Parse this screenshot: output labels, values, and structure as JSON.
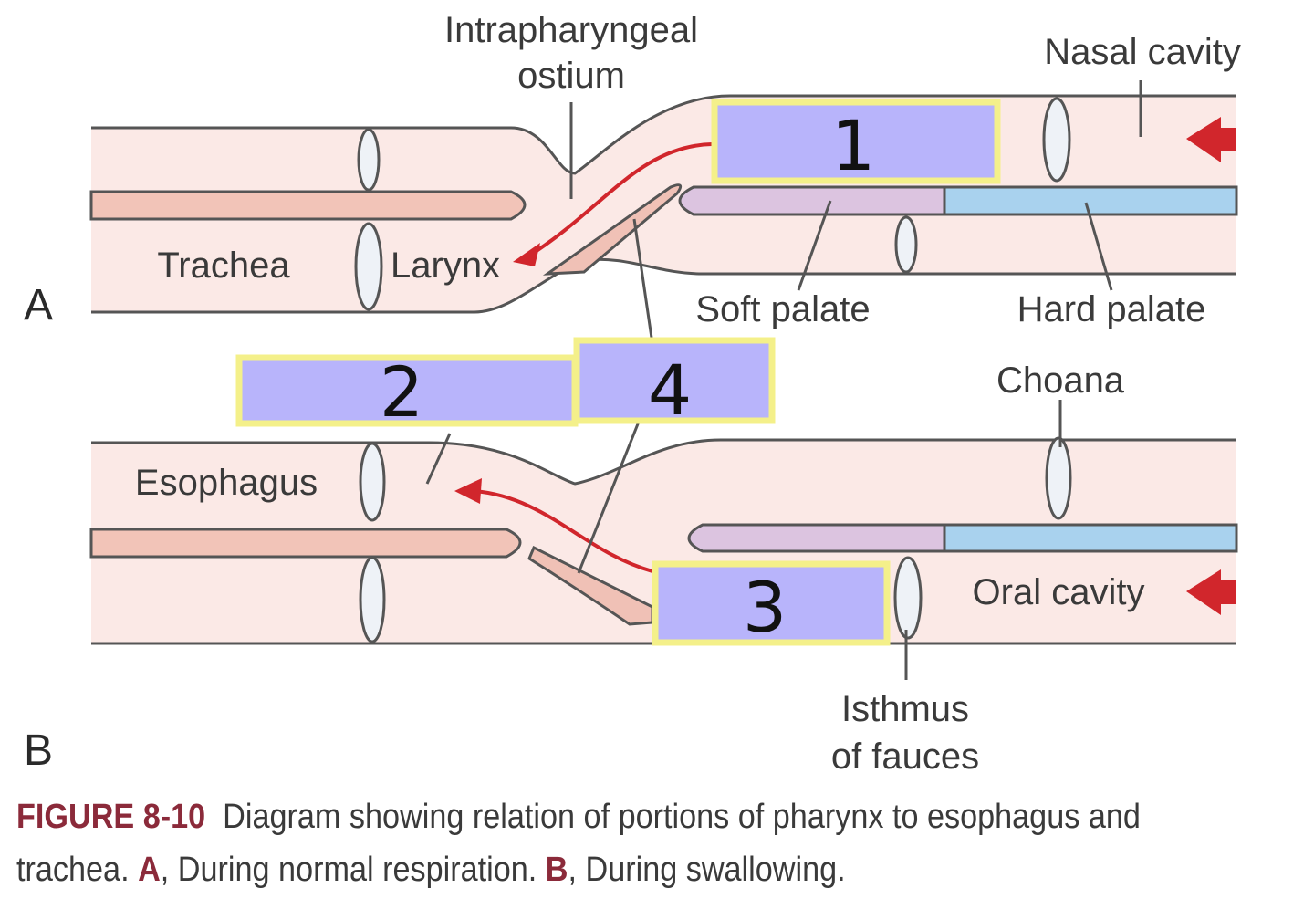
{
  "labels": {
    "intrapharyngeal_line1": "Intrapharyngeal",
    "intrapharyngeal_line2": "ostium",
    "nasal_cavity": "Nasal cavity",
    "trachea": "Trachea",
    "larynx": "Larynx",
    "soft_palate": "Soft palate",
    "hard_palate": "Hard palate",
    "choana": "Choana",
    "esophagus": "Esophagus",
    "oral_cavity": "Oral cavity",
    "isthmus_line1": "Isthmus",
    "isthmus_line2": "of fauces",
    "panel_a": "A",
    "panel_b": "B"
  },
  "boxes": {
    "box1": "1",
    "box2": "2",
    "box3": "3",
    "box4": "4"
  },
  "caption": {
    "figure": "FIGURE 8-10",
    "text_line1": "Diagram showing relation of portions of pharynx to esophagus and",
    "text_line2_start": "trachea.",
    "key_a": "A",
    "text_a": ", During normal respiration.",
    "key_b": "B",
    "text_b": ", During swallowing."
  },
  "colors": {
    "tissue": "#fbe9e6",
    "epiglottis": "#f0c1b6",
    "soft_palate": "#dcc4e0",
    "hard_palate": "#a9d2ee",
    "arrow": "#d1262c",
    "label_box_fill": "#b8b4fb",
    "label_box_border": "#f4f08a",
    "caption_accent": "#8b2a3a"
  }
}
